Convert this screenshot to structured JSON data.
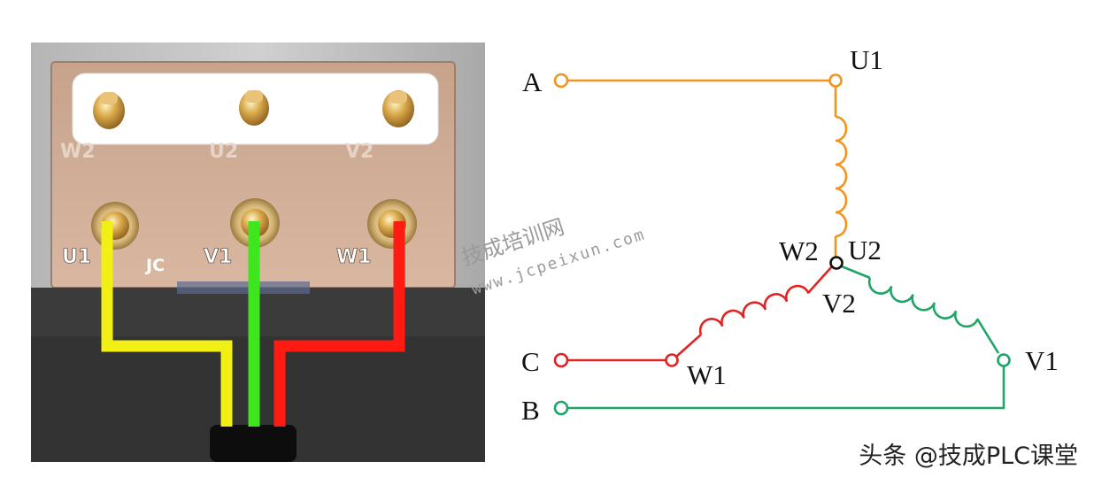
{
  "photo": {
    "plate_labels_top": [
      "W2",
      "U2",
      "V2"
    ],
    "plate_labels_bottom": [
      "U1",
      "V1",
      "W1"
    ],
    "plate_tag": "JC"
  },
  "schematic": {
    "supply_labels": {
      "a": "A",
      "b": "B",
      "c": "C"
    },
    "terminal_labels": {
      "u1": "U1",
      "u2": "U2",
      "v1": "V1",
      "v2": "V2",
      "w1": "W1",
      "w2": "W2"
    },
    "colors": {
      "phase_a": "#f0951e",
      "phase_b": "#1ea567",
      "phase_c": "#e02424",
      "wire_yellow": "#f2ef14",
      "wire_green": "#3ee61e",
      "wire_red": "#ff1a12"
    }
  },
  "watermark": {
    "title": "技成培训网",
    "url": "www.jcpeixun.com"
  },
  "credit": "头条 @技成PLC课堂"
}
